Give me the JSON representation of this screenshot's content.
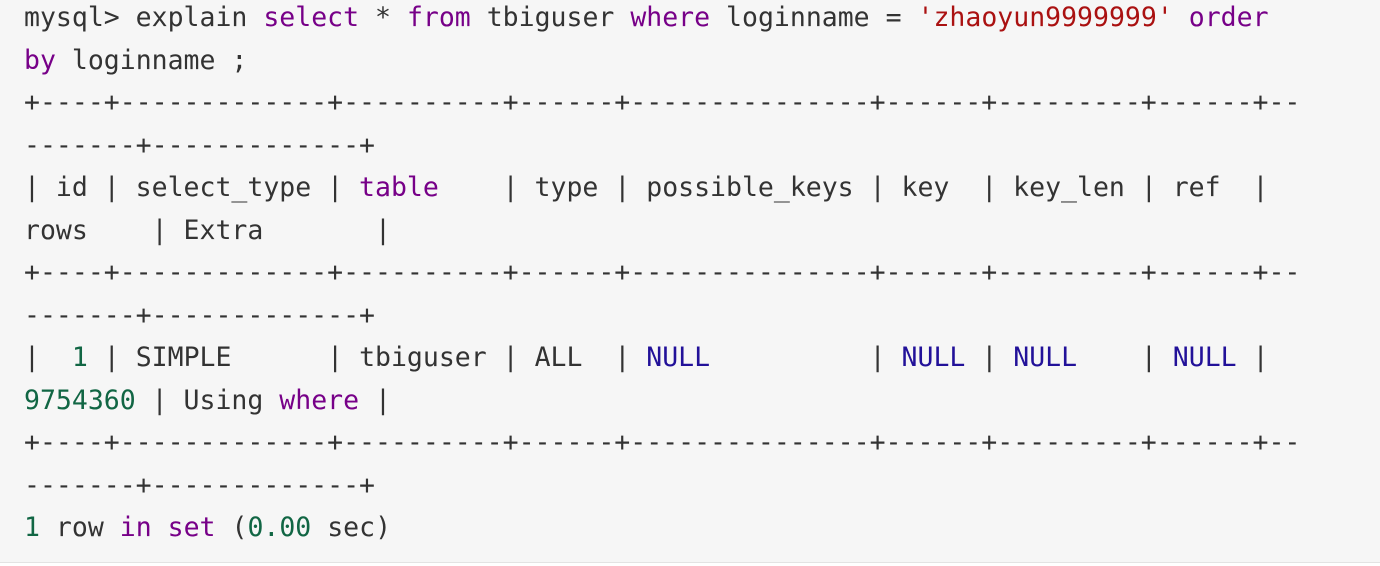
{
  "terminal": {
    "lines": [
      [
        {
          "t": "plain",
          "v": "mysql> explain "
        },
        {
          "t": "kw",
          "v": "select"
        },
        {
          "t": "plain",
          "v": " * "
        },
        {
          "t": "kw",
          "v": "from"
        },
        {
          "t": "plain",
          "v": " tbiguser "
        },
        {
          "t": "kw",
          "v": "where"
        },
        {
          "t": "plain",
          "v": " loginname = "
        },
        {
          "t": "str",
          "v": "'zhaoyun9999999'"
        },
        {
          "t": "plain",
          "v": " "
        },
        {
          "t": "kw",
          "v": "order"
        }
      ],
      [
        {
          "t": "kw",
          "v": "by"
        },
        {
          "t": "plain",
          "v": " loginname ;"
        }
      ],
      [
        {
          "t": "plain",
          "v": "+----+-------------+----------+------+---------------+------+---------+------+--"
        }
      ],
      [
        {
          "t": "plain",
          "v": "-------+-------------+"
        }
      ],
      [
        {
          "t": "plain",
          "v": "| id | select_type | "
        },
        {
          "t": "kw",
          "v": "table"
        },
        {
          "t": "plain",
          "v": "    | type | possible_keys | key  | key_len | ref  |"
        }
      ],
      [
        {
          "t": "plain",
          "v": "rows    | Extra       |"
        }
      ],
      [
        {
          "t": "plain",
          "v": "+----+-------------+----------+------+---------------+------+---------+------+--"
        }
      ],
      [
        {
          "t": "plain",
          "v": "-------+-------------+"
        }
      ],
      [
        {
          "t": "plain",
          "v": "|  "
        },
        {
          "t": "num",
          "v": "1"
        },
        {
          "t": "plain",
          "v": " | SIMPLE      | tbiguser | ALL  | "
        },
        {
          "t": "atom",
          "v": "NULL"
        },
        {
          "t": "plain",
          "v": "          | "
        },
        {
          "t": "atom",
          "v": "NULL"
        },
        {
          "t": "plain",
          "v": " | "
        },
        {
          "t": "atom",
          "v": "NULL"
        },
        {
          "t": "plain",
          "v": "    | "
        },
        {
          "t": "atom",
          "v": "NULL"
        },
        {
          "t": "plain",
          "v": " |"
        }
      ],
      [
        {
          "t": "num",
          "v": "9754360"
        },
        {
          "t": "plain",
          "v": " | Using "
        },
        {
          "t": "kw",
          "v": "where"
        },
        {
          "t": "plain",
          "v": " |"
        }
      ],
      [
        {
          "t": "plain",
          "v": "+----+-------------+----------+------+---------------+------+---------+------+--"
        }
      ],
      [
        {
          "t": "plain",
          "v": "-------+-------------+"
        }
      ],
      [
        {
          "t": "num",
          "v": "1"
        },
        {
          "t": "plain",
          "v": " row "
        },
        {
          "t": "kw",
          "v": "in"
        },
        {
          "t": "plain",
          "v": " "
        },
        {
          "t": "kw",
          "v": "set"
        },
        {
          "t": "plain",
          "v": " ("
        },
        {
          "t": "num",
          "v": "0.00"
        },
        {
          "t": "plain",
          "v": " sec)"
        }
      ]
    ]
  },
  "colors": {
    "background": "#f6f6f6",
    "text": "#333333",
    "keyword": "#770088",
    "string": "#aa1111",
    "number": "#116644",
    "null_atom": "#221199"
  }
}
